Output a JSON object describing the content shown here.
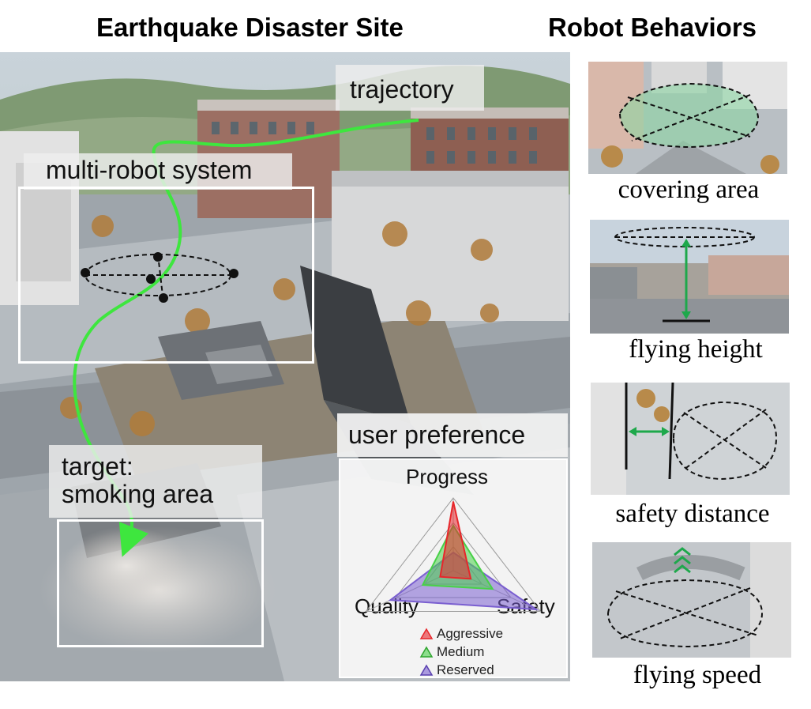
{
  "headings": {
    "left": "Earthquake Disaster Site",
    "right": "Robot  Behaviors"
  },
  "scene": {
    "callouts": {
      "trajectory": "trajectory",
      "multi_robot": "multi-robot system",
      "target_line1": "target:",
      "target_line2": "smoking area",
      "user_preference": "user preference"
    }
  },
  "colors": {
    "trajectory": "#3ee63e",
    "aggressive": "#e8262b",
    "medium": "#48d148",
    "reserved": "#7a5fd0",
    "arrow": "#1ea84b"
  },
  "chart_data": {
    "type": "radar",
    "axes": [
      "Progress",
      "Safety",
      "Quality"
    ],
    "series": [
      {
        "name": "Aggressive",
        "values": [
          0.95,
          0.2,
          0.15
        ]
      },
      {
        "name": "Medium",
        "values": [
          0.62,
          0.45,
          0.35
        ]
      },
      {
        "name": "Reserved",
        "values": [
          0.25,
          0.95,
          0.72
        ]
      }
    ],
    "legend": "bottom"
  },
  "behaviors": [
    {
      "caption": "covering area",
      "icon": "covering-area"
    },
    {
      "caption": "flying height",
      "icon": "flying-height"
    },
    {
      "caption": "safety distance",
      "icon": "safety-distance"
    },
    {
      "caption": "flying speed",
      "icon": "flying-speed"
    }
  ]
}
